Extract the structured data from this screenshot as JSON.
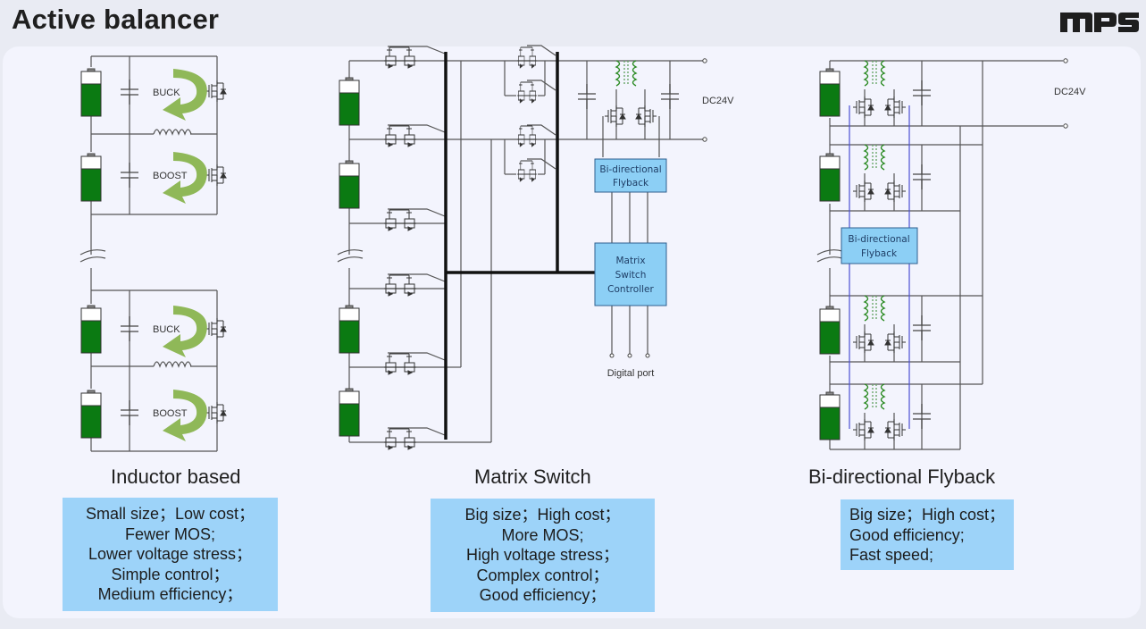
{
  "header": {
    "title": "Active balancer",
    "logo_text": "MPS",
    "logo_icon": "mps-logo-icon"
  },
  "colors": {
    "battery_fill": "#0b7a12",
    "arrow": "#8fb858",
    "block_fill": "#8ccff5",
    "description_box": "#9dd3f9",
    "transformer_winding": "#2a8a22",
    "control_line": "#4b4fd4",
    "wire": "#555555"
  },
  "sections": [
    {
      "id": "inductor",
      "caption": "Inductor based",
      "diagram_labels": {
        "buck": "BUCK",
        "boost": "BOOST"
      },
      "points": [
        "Small size；Low cost；",
        "Fewer MOS;",
        "Lower voltage stress；",
        "Simple control；",
        "Medium efficiency；"
      ]
    },
    {
      "id": "matrix",
      "caption": "Matrix Switch",
      "diagram_labels": {
        "flyback_block": [
          "Bi-directional",
          "Flyback"
        ],
        "controller_block": [
          "Matrix",
          "Switch",
          "Controller"
        ],
        "output_voltage": "DC24V",
        "digital_port": "Digital port"
      },
      "points": [
        "Big size；High cost；",
        "More MOS;",
        "High voltage stress；",
        "Complex control；",
        "Good efficiency；"
      ]
    },
    {
      "id": "flyback",
      "caption": "Bi-directional Flyback",
      "diagram_labels": {
        "flyback_block": [
          "Bi-directional",
          "Flyback"
        ],
        "output_voltage": "DC24V"
      },
      "points": [
        "Big size；High cost；",
        "Good efficiency;",
        "Fast speed;"
      ]
    }
  ]
}
